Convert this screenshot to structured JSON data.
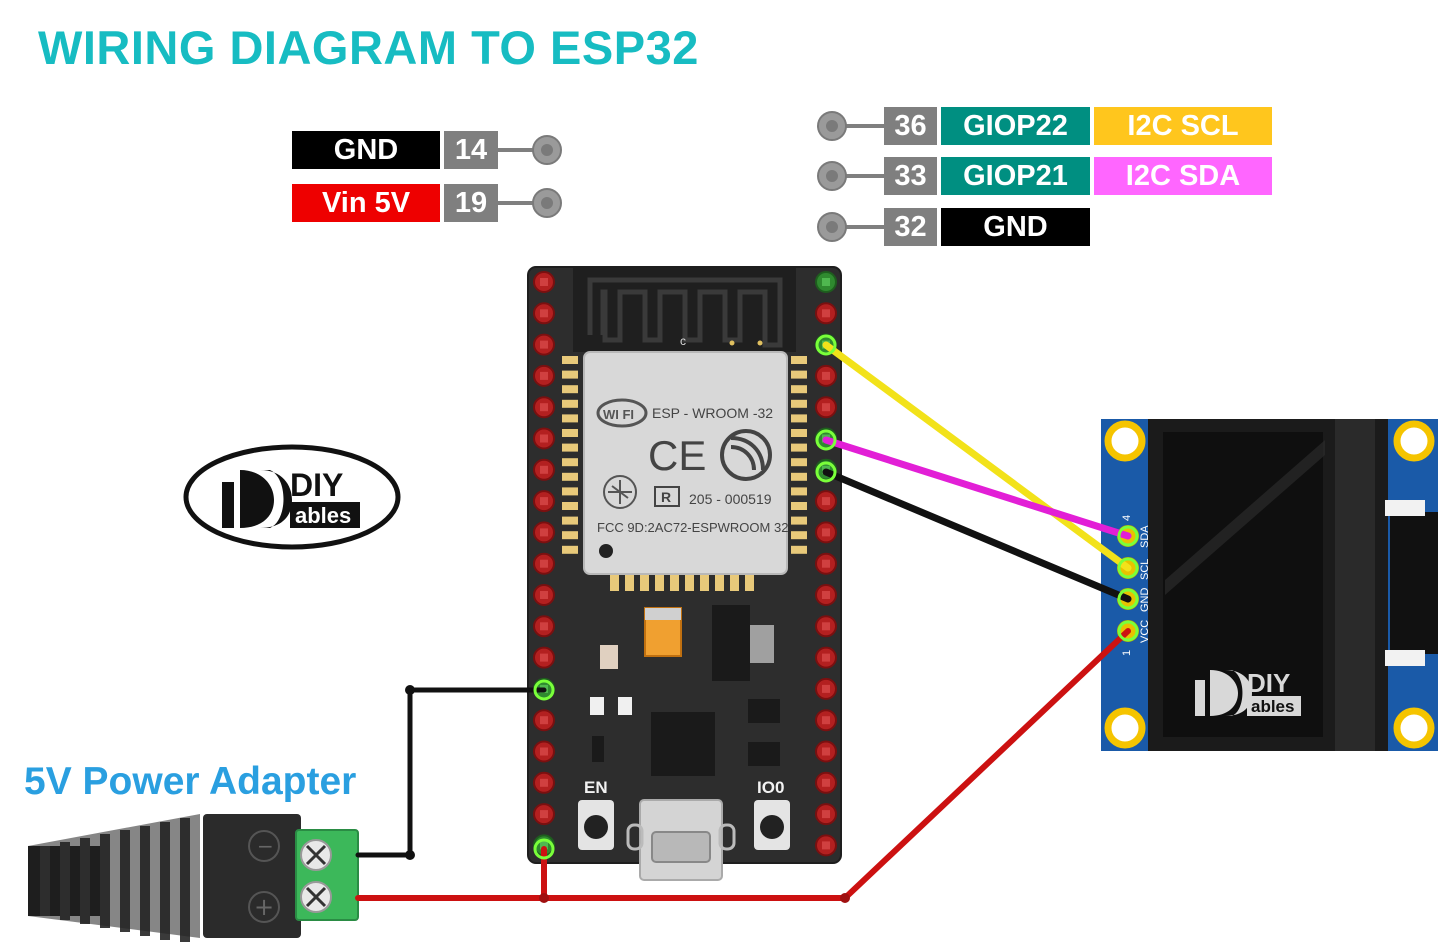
{
  "title": "WIRING DIAGRAM TO ESP32",
  "power_adapter_label": "5V Power Adapter",
  "left_pins": [
    {
      "name": "GND",
      "number": "14"
    },
    {
      "name": "Vin 5V",
      "number": "19"
    }
  ],
  "right_pins": [
    {
      "number": "36",
      "gpio": "GIOP22",
      "function": "I2C SCL"
    },
    {
      "number": "33",
      "gpio": "GIOP21",
      "function": "I2C SDA"
    },
    {
      "number": "32",
      "name": "GND"
    }
  ],
  "esp32_module": {
    "wifi_mark": "WI FI",
    "model": "ESP - WROOM -32",
    "ce_mark": "CE",
    "r_mark": "R",
    "cert_number": "205 - 000519",
    "fcc_id": "FCC 9D:2AC72-ESPWROOM 32",
    "antenna_mark": "c"
  },
  "board_buttons": {
    "en": "EN",
    "io0": "IO0"
  },
  "oled_pins": [
    "4",
    "SDA",
    "SCL",
    "GND",
    "VCC",
    "1"
  ],
  "logo": {
    "line1": "DIY",
    "line2": "ables"
  },
  "terminal_marks": {
    "minus": "−",
    "plus": "+"
  },
  "wire_colors": {
    "scl": "#f2e21a",
    "sda": "#e21fd6",
    "gnd": "#111111",
    "vcc": "#cc1111"
  }
}
